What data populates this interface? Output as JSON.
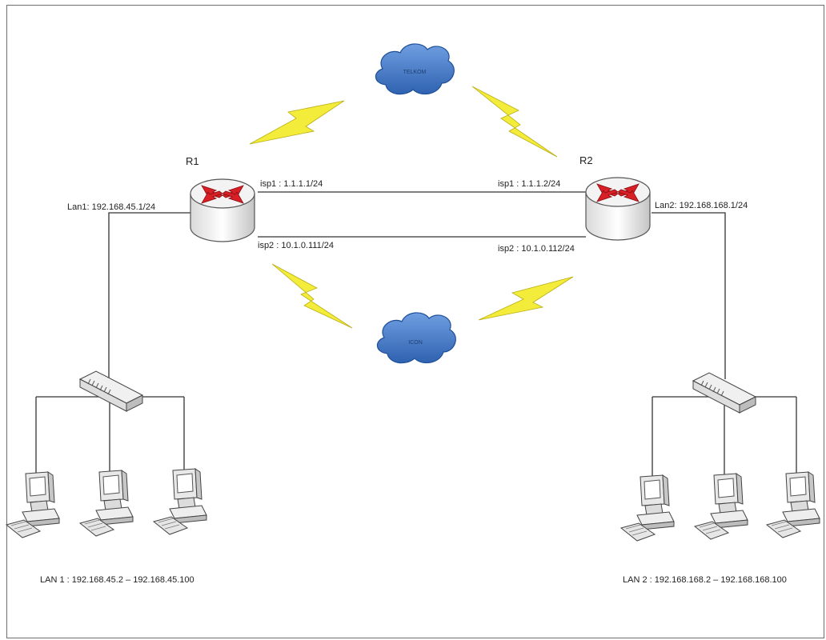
{
  "clouds": {
    "top": "TELKOM",
    "bottom": "ICON"
  },
  "routers": {
    "r1": {
      "name": "R1",
      "lan": "Lan1: 192.168.45.1/24",
      "isp1": "isp1 : 1.1.1.1/24",
      "isp2": "isp2 : 10.1.0.111/24"
    },
    "r2": {
      "name": "R2",
      "lan": "Lan2: 192.168.168.1/24",
      "isp1": "isp1 : 1.1.1.2/24",
      "isp2": "isp2 : 10.1.0.112/24"
    }
  },
  "lans": {
    "lan1": "LAN 1 : 192.168.45.2 – 192.168.45.100",
    "lan2": "LAN 2 : 192.168.168.2 – 192.168.168.100"
  },
  "colors": {
    "cloud": "#3f78c8",
    "lightning": "#f4ec3a",
    "router_arrow": "#d81f26"
  }
}
